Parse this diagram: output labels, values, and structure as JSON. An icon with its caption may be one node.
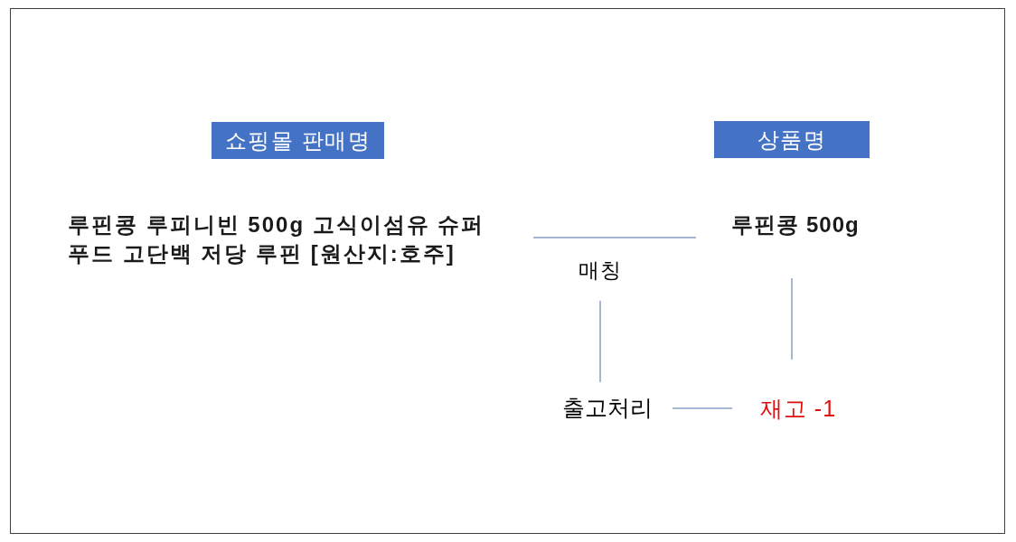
{
  "diagram": {
    "nodes": [
      {
        "text": [
          "쇼핑몰 판매명"
        ]
      },
      {
        "text": [
          "상품명"
        ]
      },
      {
        "text": [
          "루핀콩 루피니빈 500g 고식이섬유 슈퍼푸드 고단백 저당 루핀 [원산지:호주]"
        ]
      },
      {
        "text": [
          "루핀콩 500g"
        ]
      },
      {
        "text": [
          "매칭"
        ]
      },
      {
        "text": [
          "출고처리"
        ]
      },
      {
        "text": [
          "재고 -1"
        ]
      }
    ],
    "edges": [
      {
        "from": 2,
        "to": 3,
        "arrow": "none"
      },
      {
        "from": 4,
        "to": 5,
        "arrow": "none"
      },
      {
        "from": 3,
        "to": 6,
        "arrow": "none"
      },
      {
        "from": 5,
        "to": 6,
        "arrow": "none"
      }
    ]
  }
}
